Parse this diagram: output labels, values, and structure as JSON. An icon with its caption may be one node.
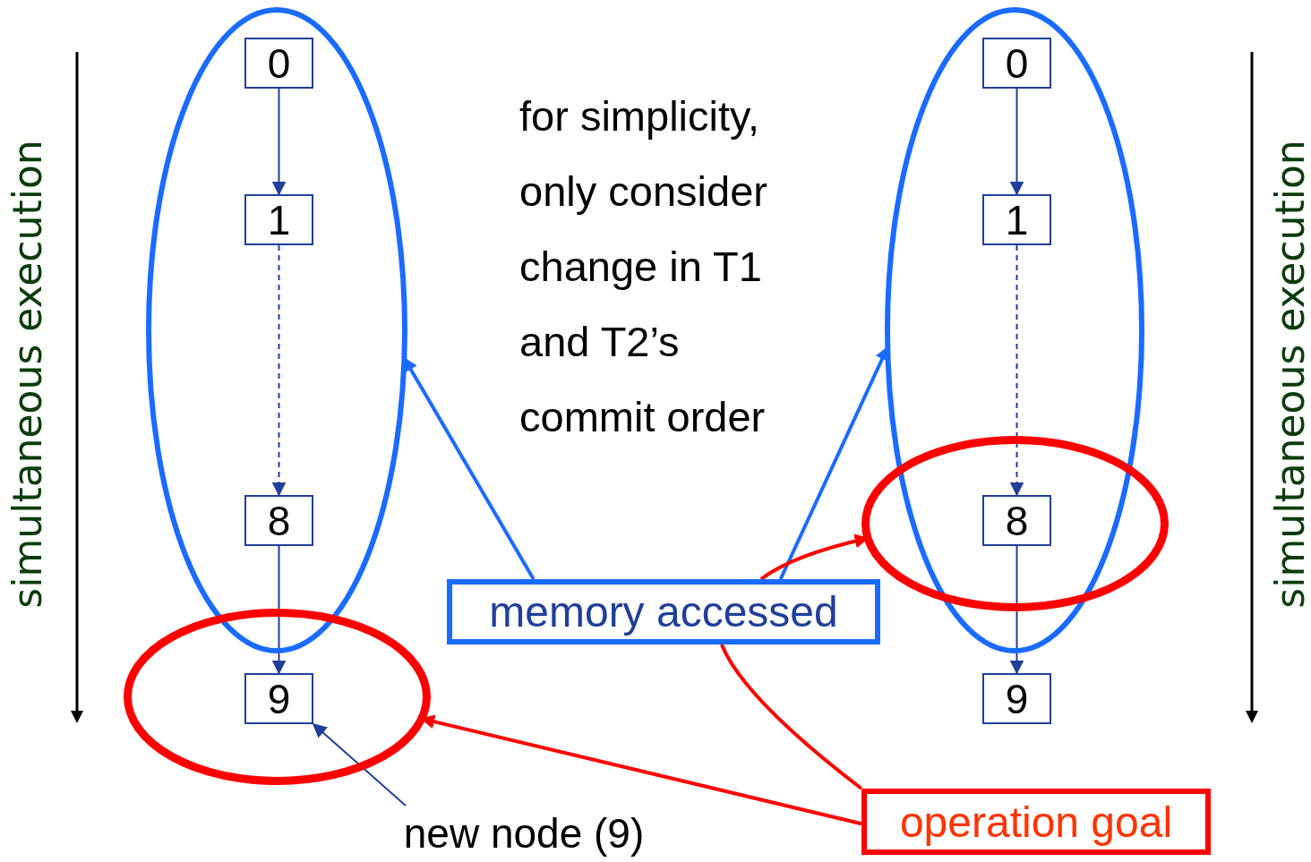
{
  "diagram": {
    "nodes": [
      {
        "text": [],
        "shape": "ellipse"
      },
      {
        "text": [
          "0"
        ],
        "in": 0
      },
      {
        "text": [
          "1"
        ],
        "in": 0
      },
      {
        "text": [
          "8"
        ],
        "in": 0
      },
      {
        "text": [],
        "shape": "ellipse"
      },
      {
        "text": [
          "9"
        ],
        "in": 4
      },
      {
        "text": [],
        "shape": "ellipse"
      },
      {
        "text": [
          "0"
        ],
        "in": 6
      },
      {
        "text": [
          "1"
        ],
        "in": 6
      },
      {
        "text": [],
        "shape": "ellipse"
      },
      {
        "text": [
          "8"
        ],
        "in": 9
      },
      {
        "text": [
          "9"
        ]
      },
      {
        "text": [
          "memory accessed"
        ]
      },
      {
        "text": [
          "operation goal"
        ]
      },
      {
        "text": [
          "new node (9)"
        ]
      }
    ],
    "edges": [
      {
        "from": 1,
        "to": 2,
        "arrow": "to"
      },
      {
        "from": 2,
        "to": 3,
        "arrow": "to",
        "style": "dashed"
      },
      {
        "from": 3,
        "to": 5,
        "arrow": "to"
      },
      {
        "from": 7,
        "to": 8,
        "arrow": "to"
      },
      {
        "from": 8,
        "to": 10,
        "arrow": "to",
        "style": "dashed"
      },
      {
        "from": 10,
        "to": 11,
        "arrow": "to"
      },
      {
        "from": 12,
        "to": 0,
        "arrow": "to",
        "color": "#1a6bff"
      },
      {
        "from": 12,
        "to": 6,
        "arrow": "to",
        "color": "#1a6bff"
      },
      {
        "from": 12,
        "to": 9,
        "arrow": "to",
        "color": "#ff0000"
      },
      {
        "from": 13,
        "to": 4,
        "arrow": "to",
        "color": "#ff0000"
      },
      {
        "from": 13,
        "to": 12,
        "arrow": "none",
        "color": "#ff0000"
      },
      {
        "from": 14,
        "to": 5,
        "arrow": "to"
      }
    ],
    "labels": [
      "simultaneous execution",
      "for simplicity, only consider change in T1 and T2’s commit order",
      "simultaneous execution"
    ]
  }
}
